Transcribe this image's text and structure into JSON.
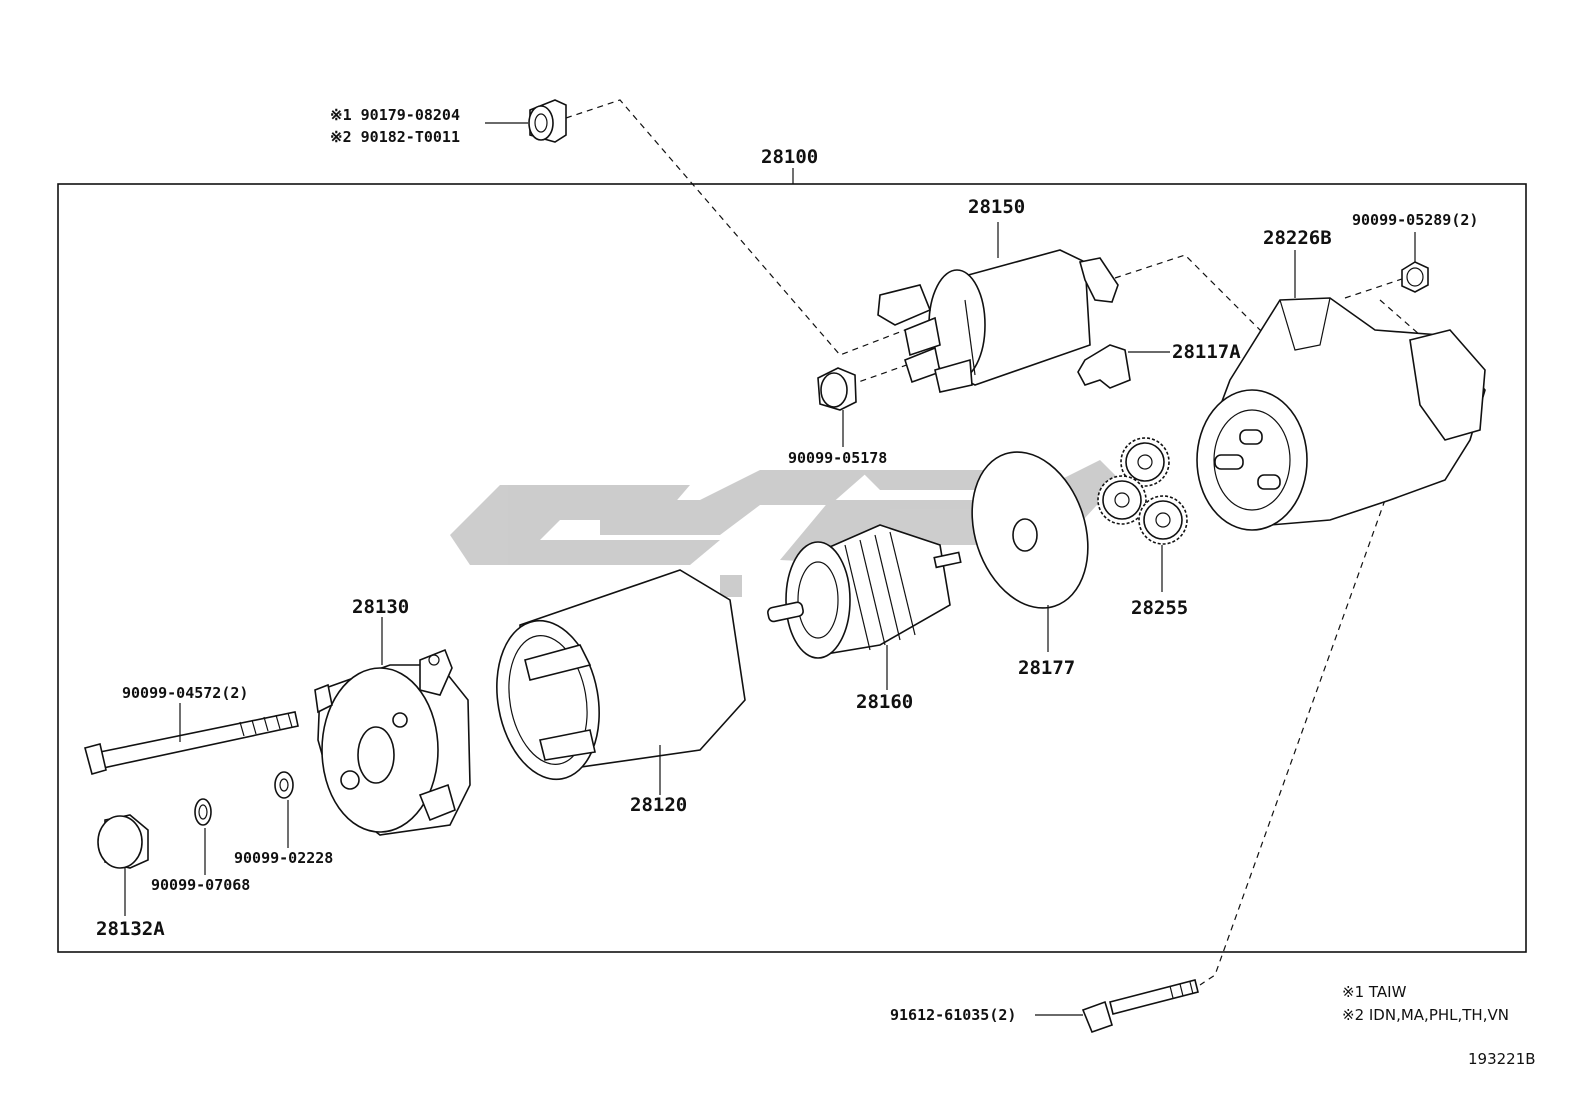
{
  "assembly": {
    "number": "28100"
  },
  "labels": {
    "p_28150": "28150",
    "p_28226b": "28226B",
    "p_28117a": "28117A",
    "p_28130": "28130",
    "p_28120": "28120",
    "p_28160": "28160",
    "p_28177": "28177",
    "p_28255": "28255",
    "p_28132a": "28132A",
    "p_90099_05289": "90099-05289(2)",
    "p_90099_05178": "90099-05178",
    "p_90099_04572": "90099-04572(2)",
    "p_90099_02228": "90099-02228",
    "p_90099_07068": "90099-07068",
    "p_91612_61035": "91612-61035(2)",
    "p_cap_1": "※1 90179-08204",
    "p_cap_2": "※2 90182-T0011"
  },
  "notes": {
    "n1": "※1 TAIW",
    "n2": "※2 IDN,MA,PHL,TH,VN"
  },
  "diagram_id": "193221B",
  "colors": {
    "line": "#111111",
    "watermark": "#bdbdbd",
    "background": "#ffffff"
  }
}
